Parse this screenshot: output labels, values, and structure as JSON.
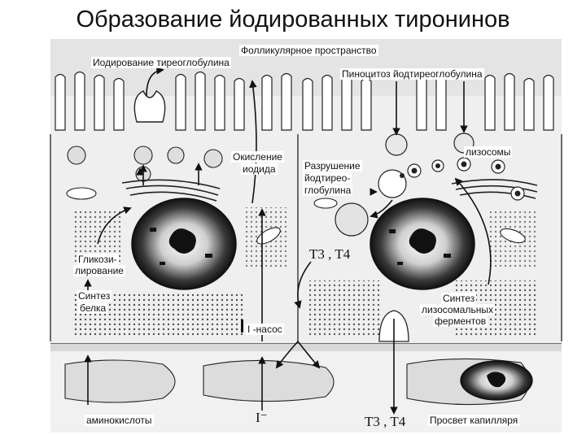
{
  "title": "Образование йодированных тиронинов",
  "labels": {
    "follicular_space": "Фолликулярное пространство",
    "iodination": "Иодирование тиреоглобулина",
    "pinocytosis": "Пиноцитоз йодтиреоглобулина",
    "oxidation_1": "Окисление",
    "oxidation_2": "иодида",
    "destruction_1": "Разрушение",
    "destruction_2": "йодтирео-",
    "destruction_3": "глобулина",
    "lysosomes": "лизосомы",
    "glycosylation_1": "Гликози-",
    "glycosylation_2": "лирование",
    "protein_1": "Синтез",
    "protein_2": "белка",
    "iodide_pump": "I -насос",
    "t3t4_upper": "T3 , T4",
    "lysosomal_1": "Синтез",
    "lysosomal_2": "лизосомальных",
    "lysosomal_3": "ферментов",
    "amino_acids": "аминокислоты",
    "iodide_ion": "I⁻",
    "t3t4_lower": "T3 , T4",
    "capillary": "Просвет капилляря"
  }
}
